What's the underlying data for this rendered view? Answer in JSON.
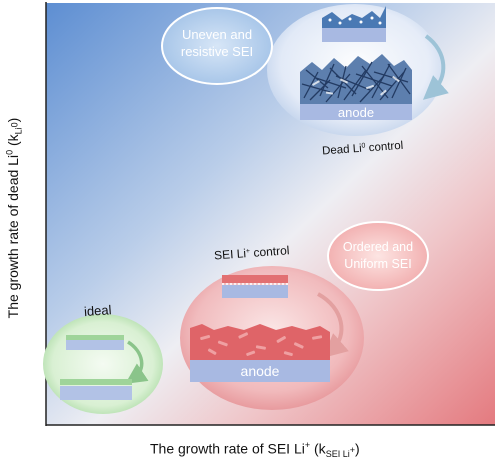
{
  "axes": {
    "y_label_main": "The growth rate of dead Li",
    "y_label_sup": "0",
    "y_label_open": " (k",
    "y_label_sub": "Li",
    "y_label_sub_sup": "0",
    "y_label_close": ")",
    "x_label_main": "The growth rate of SEI Li",
    "x_label_sup": "+",
    "x_label_open": " (k",
    "x_label_sub": "SEI Li",
    "x_label_sub_sup": "+",
    "x_label_close": ")"
  },
  "top_region": {
    "bubble_line1": "Uneven and",
    "bubble_line2": "resistive SEI",
    "anode_label": "anode",
    "caption_main": "Dead Li",
    "caption_sup": "0",
    "caption_rest": " control"
  },
  "bottom_region": {
    "caption_main": "SEI Li",
    "caption_sup": "+",
    "caption_rest": " control",
    "bubble_line1": "Ordered and",
    "bubble_line2": "Uniform SEI",
    "anode_label": "anode"
  },
  "ideal": {
    "label": "ideal"
  },
  "colors": {
    "blue_corner": "#5f8fd0",
    "red_corner": "#e98080",
    "anode_fill": "#a8b8e0",
    "sei_red": "#e06a6a",
    "sei_blue": "#4a7ab8",
    "ideal_green": "#8fd08a"
  }
}
